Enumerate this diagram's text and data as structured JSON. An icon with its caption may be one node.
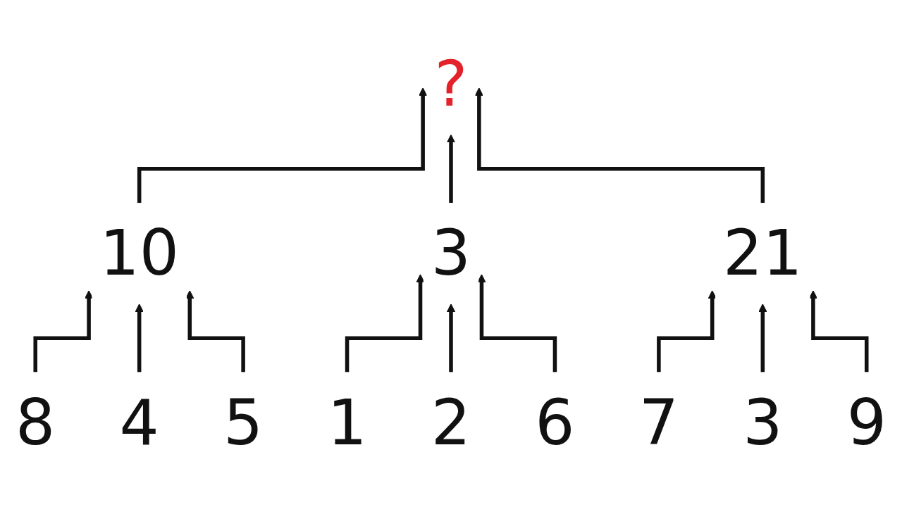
{
  "diagram": {
    "nodes": [
      {
        "text": [
          "?"
        ]
      },
      {
        "text": [
          "10"
        ]
      },
      {
        "text": [
          "3"
        ]
      },
      {
        "text": [
          "21"
        ]
      },
      {
        "text": [
          "8"
        ]
      },
      {
        "text": [
          "4"
        ]
      },
      {
        "text": [
          "5"
        ]
      },
      {
        "text": [
          "1"
        ]
      },
      {
        "text": [
          "2"
        ]
      },
      {
        "text": [
          "6"
        ]
      },
      {
        "text": [
          "7"
        ]
      },
      {
        "text": [
          "3"
        ]
      },
      {
        "text": [
          "9"
        ]
      }
    ],
    "edges": [
      {
        "from": 1,
        "to": 0,
        "arrow": "to"
      },
      {
        "from": 2,
        "to": 0,
        "arrow": "to"
      },
      {
        "from": 3,
        "to": 0,
        "arrow": "to"
      },
      {
        "from": 4,
        "to": 1,
        "arrow": "to"
      },
      {
        "from": 5,
        "to": 1,
        "arrow": "to"
      },
      {
        "from": 6,
        "to": 1,
        "arrow": "to"
      },
      {
        "from": 7,
        "to": 2,
        "arrow": "to"
      },
      {
        "from": 8,
        "to": 2,
        "arrow": "to"
      },
      {
        "from": 9,
        "to": 2,
        "arrow": "to"
      },
      {
        "from": 10,
        "to": 3,
        "arrow": "to"
      },
      {
        "from": 11,
        "to": 3,
        "arrow": "to"
      },
      {
        "from": 12,
        "to": 3,
        "arrow": "to"
      }
    ]
  }
}
